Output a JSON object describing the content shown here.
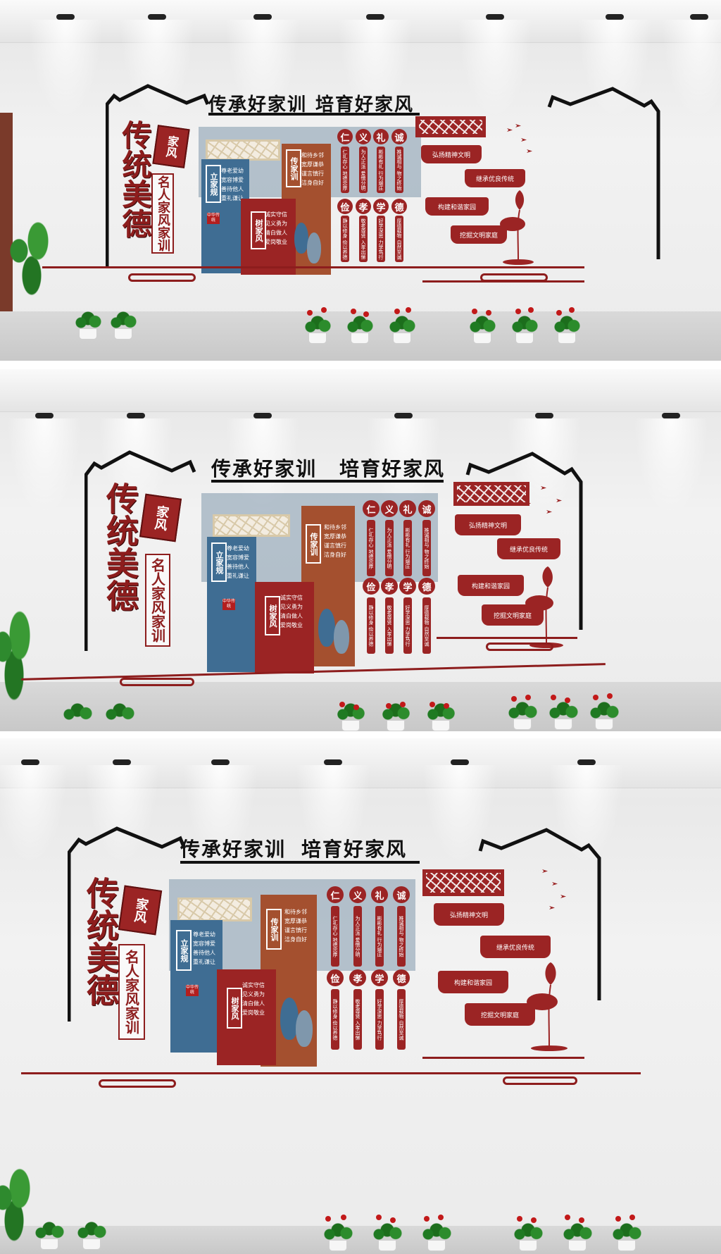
{
  "board": {
    "title_left": "传承好家训",
    "title_right": "培育好家风",
    "big_vertical": "传统美德",
    "book_cover": "家风",
    "plaque": "名人家风家训",
    "stamp": "中华传统",
    "blocks": [
      {
        "head": "立家规",
        "lines": [
          "尊老爱幼",
          "宽容博爱",
          "善待他人",
          "重礼谦让"
        ]
      },
      {
        "head": "传家训",
        "lines": [
          "和待乡邻",
          "宽厚谦恭",
          "谨言慎行",
          "洁身自好"
        ]
      },
      {
        "head": "树家风",
        "lines": [
          "诚实守信",
          "见义勇为",
          "清白做人",
          "爱岗敬业"
        ]
      }
    ],
    "virtues_top": [
      {
        "char": "仁",
        "text": "仁礼存心 地德忠厚"
      },
      {
        "char": "义",
        "text": "为人正派 爱憎分明"
      },
      {
        "char": "礼",
        "text": "彬彬有礼 行为端庄"
      },
      {
        "char": "诚",
        "text": "推诚相与 物之终始"
      }
    ],
    "virtues_bottom": [
      {
        "char": "俭",
        "text": "静以修身 俭以养德"
      },
      {
        "char": "孝",
        "text": "敬老尊贤 入孝出悌"
      },
      {
        "char": "学",
        "text": "好学深思 力学笃行"
      },
      {
        "char": "德",
        "text": "厚德载物 自然至诚"
      }
    ],
    "books": [
      "弘扬精神文明",
      "继承优良传统",
      "构建和谐家园",
      "挖掘文明家庭"
    ]
  },
  "colors": {
    "red": "#9b2424",
    "blue": "#3f6d93",
    "brown": "#a4502f",
    "black": "#111111"
  }
}
